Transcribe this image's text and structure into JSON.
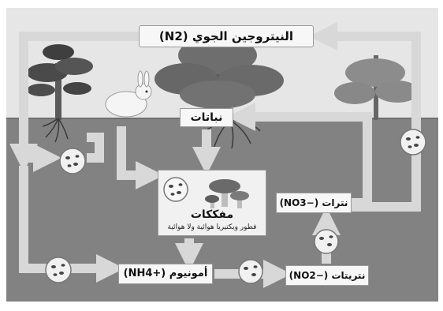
{
  "labels": {
    "atmospheric_nitrogen": "النيتروجين الجوي",
    "atmospheric_nitrogen_formula": "(N2)",
    "plants": "نباتات",
    "decomposers": "مفككات",
    "decomposers_detail": "فطور وبكتيريا هوائية ولا هوائية",
    "ammonium": "أمونيوم",
    "ammonium_formula": "(NH4+)",
    "nitrites": "نتريتات",
    "nitrites_formula": "(NO2−)",
    "nitrates": "نترات",
    "nitrates_formula": "(NO3−)"
  },
  "colors": {
    "sky": "#e6e6e6",
    "soil": "#828282",
    "arrow": "#d8d8d8",
    "box_fill": "#f7f7f7",
    "box_border": "#9a9a9a"
  }
}
